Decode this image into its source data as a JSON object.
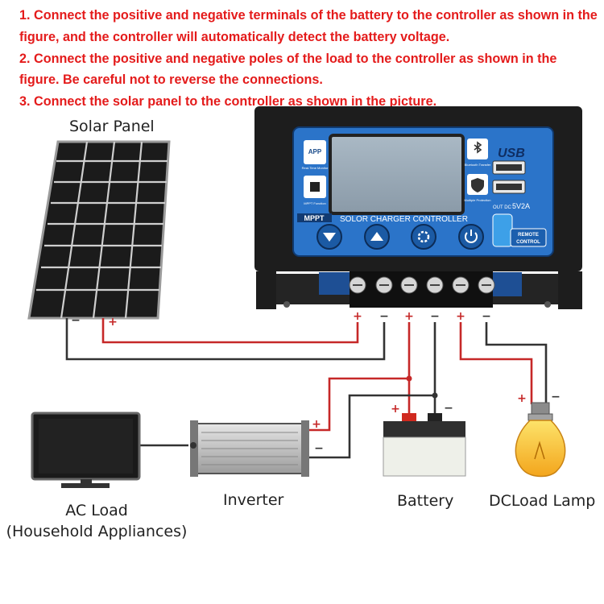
{
  "instructions": [
    "1. Connect the positive and negative terminals of the battery to the controller as shown in the figure, and the controller will automatically detect the battery voltage.",
    "2. Connect the positive and negative poles of the load to the controller as shown in the figure. Be careful not to reverse the connections.",
    "3. Connect the solar panel to the controller as shown in the picture."
  ],
  "labels": {
    "solar_panel": "Solar Panel",
    "inverter": "Inverter",
    "battery": "Battery",
    "dc_load": "DCLoad Lamp",
    "ac_load_line1": "AC Load",
    "ac_load_line2": "(Household Appliances)"
  },
  "controller": {
    "title": "SOLOR CHARGER CONTROLLER",
    "mppt_tag": "MPPT",
    "usb_label": "USB",
    "out_label": "OUT DC",
    "out_value": "5V2A",
    "app_label": "APP",
    "realtime_label": "Real-Time Monitor",
    "mppt_function_label": "MPPT Function",
    "bluetooth_label": "Bluetooth Transfer",
    "protection_label": "Multiple Protection",
    "remote_label1": "REMOTE",
    "remote_label2": "CONTROL"
  },
  "terminals": {
    "controller_polarity": [
      "+",
      "−",
      "+",
      "−",
      "+",
      "−"
    ],
    "solar_minus": "−",
    "solar_plus": "+",
    "inverter_plus": "+",
    "inverter_minus": "−",
    "battery_plus": "+",
    "battery_minus": "−",
    "lamp_plus": "+",
    "lamp_minus": "−"
  },
  "colors": {
    "instruction_text": "#e41b1b",
    "positive_wire": "#c62828",
    "negative_wire": "#333333",
    "controller_face": "#2b74c9",
    "controller_body": "#1d1d1d"
  }
}
